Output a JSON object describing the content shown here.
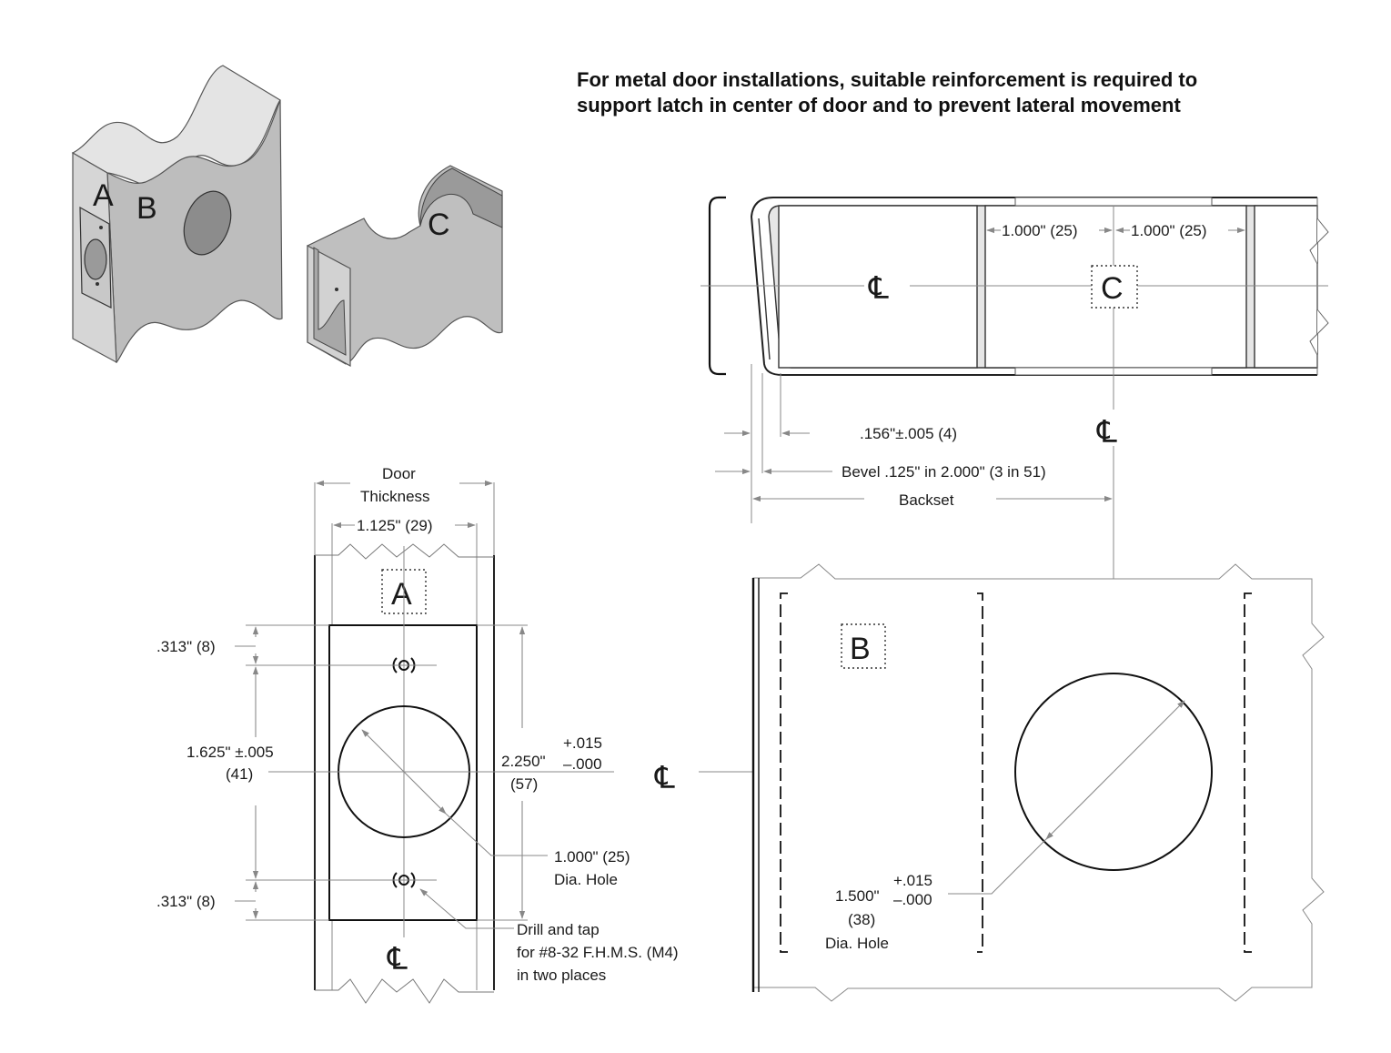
{
  "note": {
    "line1": "For metal door installations, suitable reinforcement is required to",
    "line2": "support latch in center of door and to prevent lateral movement"
  },
  "iso": {
    "label_a": "A",
    "label_b": "B",
    "label_c": "C"
  },
  "top_view": {
    "label_c": "C",
    "centerline": "℄",
    "dim_left": "1.000\" (25)",
    "dim_right": "1.000\" (25)",
    "dim_edge": ".156\"±.005 (4)",
    "dim_bevel": "Bevel .125\" in 2.000\" (3 in 51)",
    "dim_backset": "Backset"
  },
  "edge_view": {
    "label_a": "A",
    "centerline": "℄",
    "door_thickness_1": "Door",
    "door_thickness_2": "Thickness",
    "dim_width": "1.125\" (29)",
    "dim_top": ".313\" (8)",
    "dim_bottom": ".313\" (8)",
    "dim_spacing_1": "1.625\" ±.005",
    "dim_spacing_2": "(41)",
    "dim_height_1": "2.250\"",
    "dim_height_tol_plus": "+.015",
    "dim_height_tol_minus": "–.000",
    "dim_height_2": "(57)",
    "hole_1": "1.000\" (25)",
    "hole_2": "Dia. Hole",
    "drill_1": "Drill and tap",
    "drill_2": "for #8-32 F.H.M.S. (M4)",
    "drill_3": "in two places"
  },
  "face_view": {
    "label_b": "B",
    "centerline": "℄",
    "hole_1": "1.500\"",
    "hole_tol_plus": "+.015",
    "hole_tol_minus": "–.000",
    "hole_2": "(38)",
    "hole_3": "Dia. Hole"
  }
}
